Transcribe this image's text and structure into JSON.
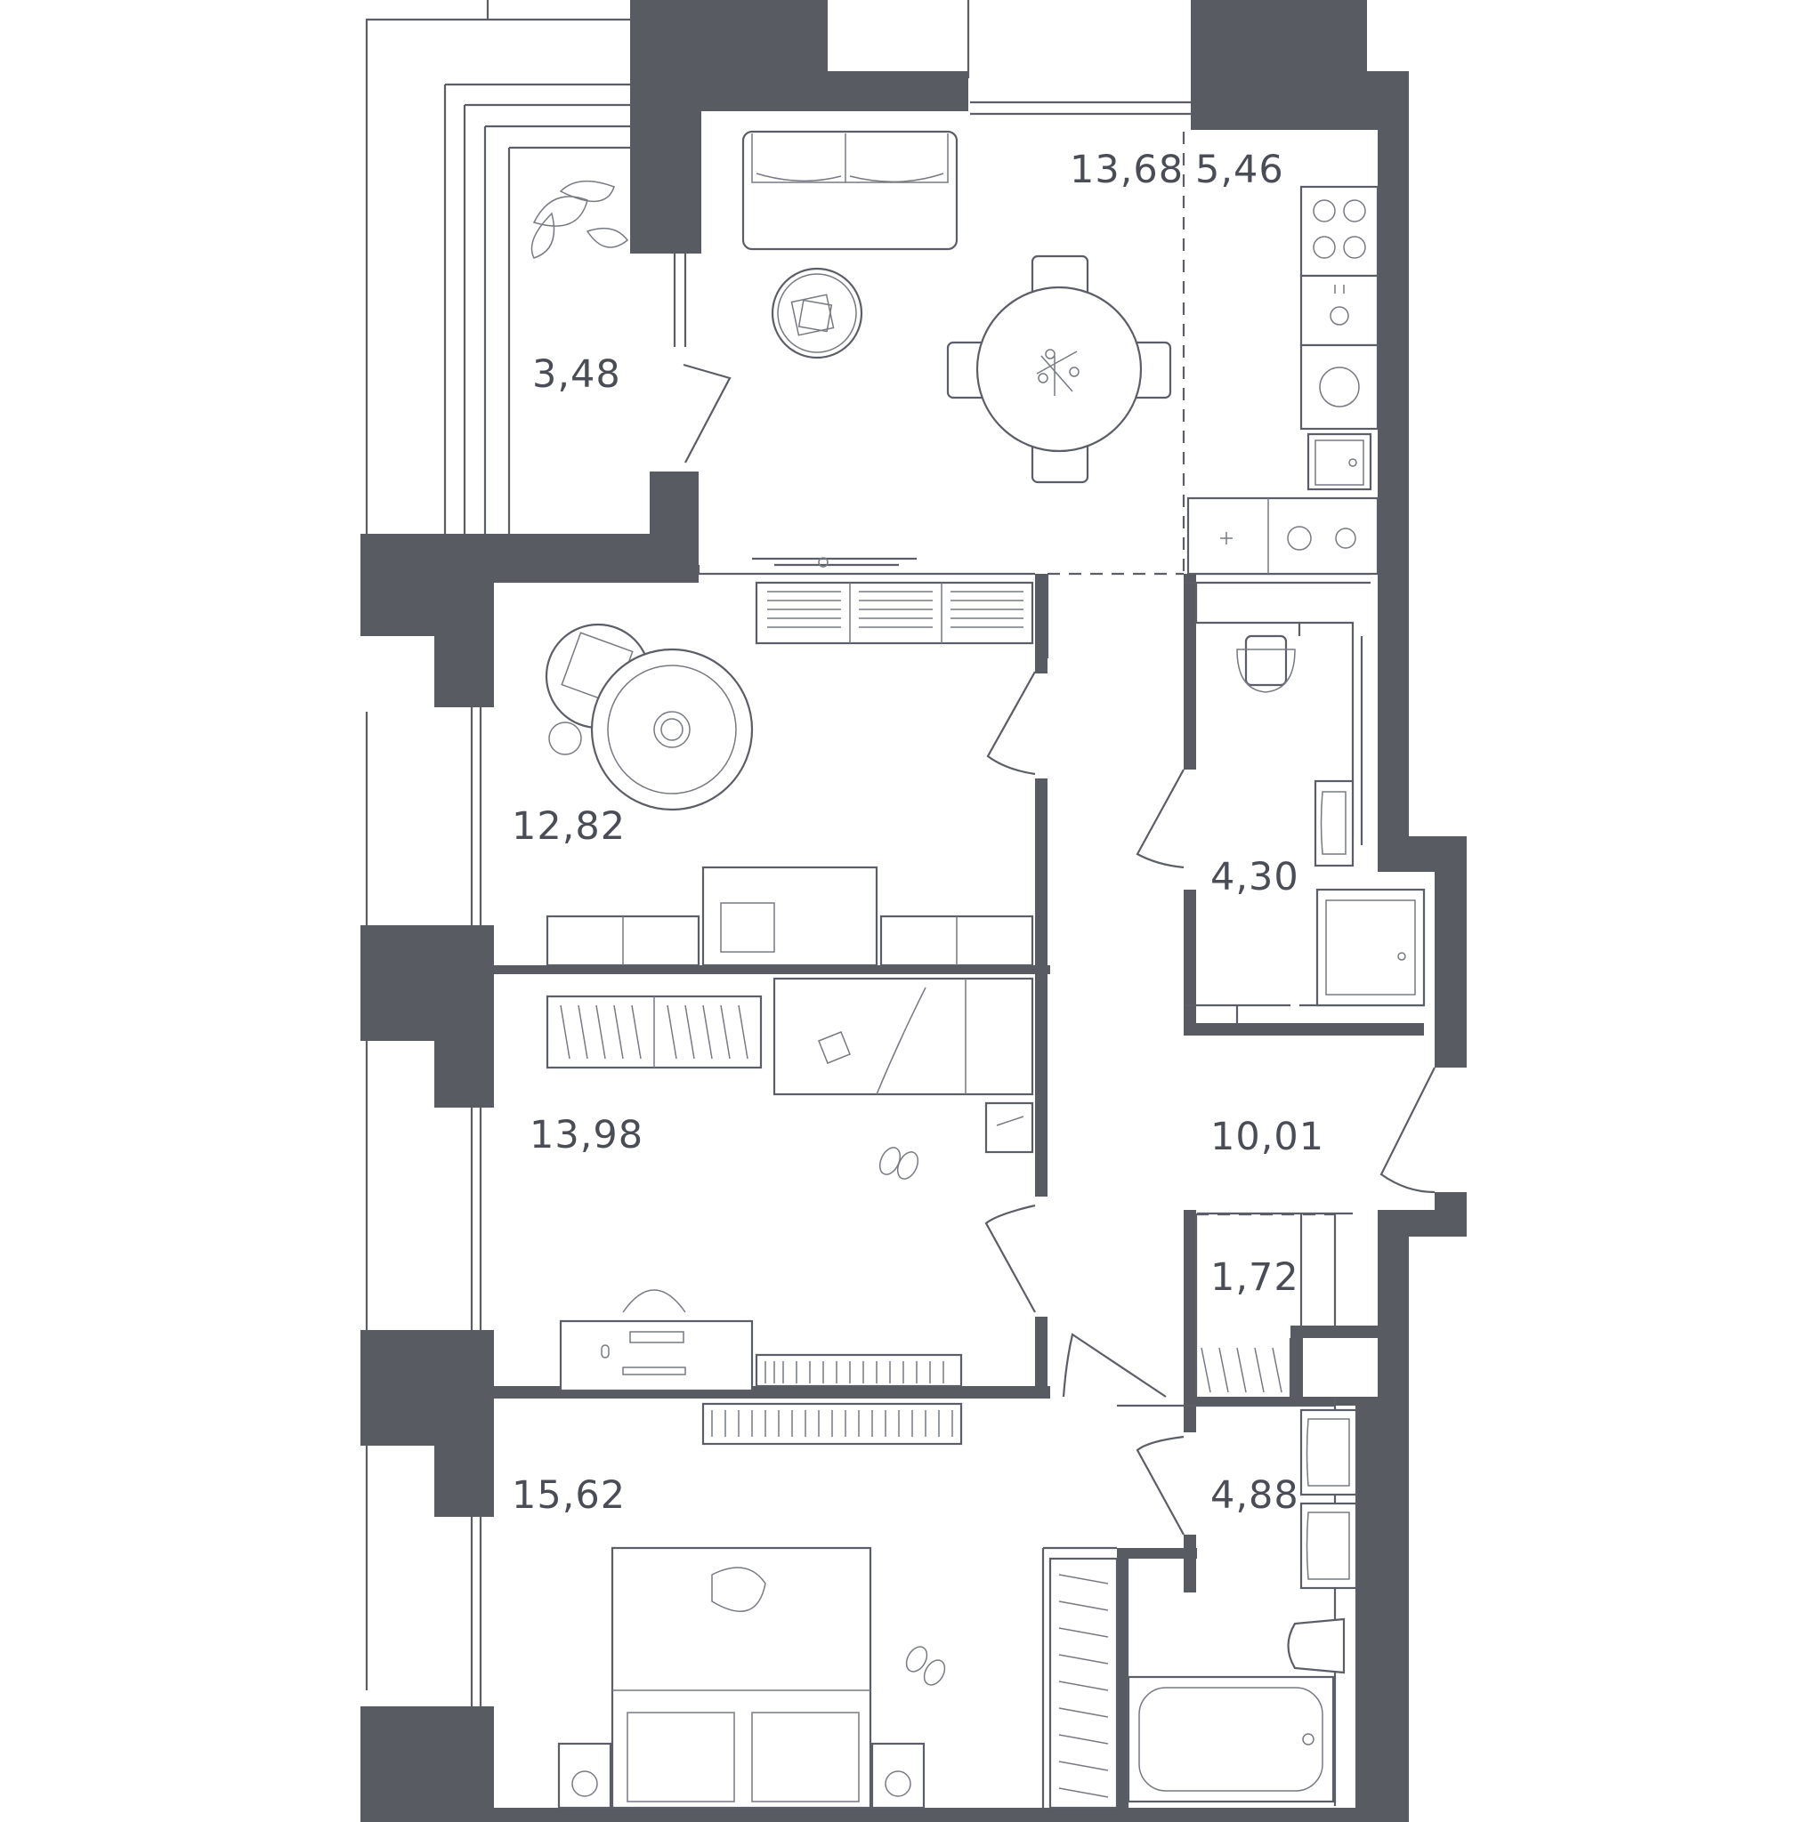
{
  "colors": {
    "wall": "#585b62",
    "line": "#5b5e66",
    "background": "#ffffff"
  },
  "rooms": [
    {
      "id": "balcony",
      "area": "3,48"
    },
    {
      "id": "living",
      "area": "13,68"
    },
    {
      "id": "kitchen",
      "area": "5,46"
    },
    {
      "id": "bedroom-1",
      "area": "12,82"
    },
    {
      "id": "bathroom-1",
      "area": "4,30"
    },
    {
      "id": "bedroom-2",
      "area": "13,98"
    },
    {
      "id": "hall",
      "area": "10,01"
    },
    {
      "id": "wardrobe",
      "area": "1,72"
    },
    {
      "id": "bedroom-3",
      "area": "15,62"
    },
    {
      "id": "bathroom-2",
      "area": "4,88"
    }
  ]
}
